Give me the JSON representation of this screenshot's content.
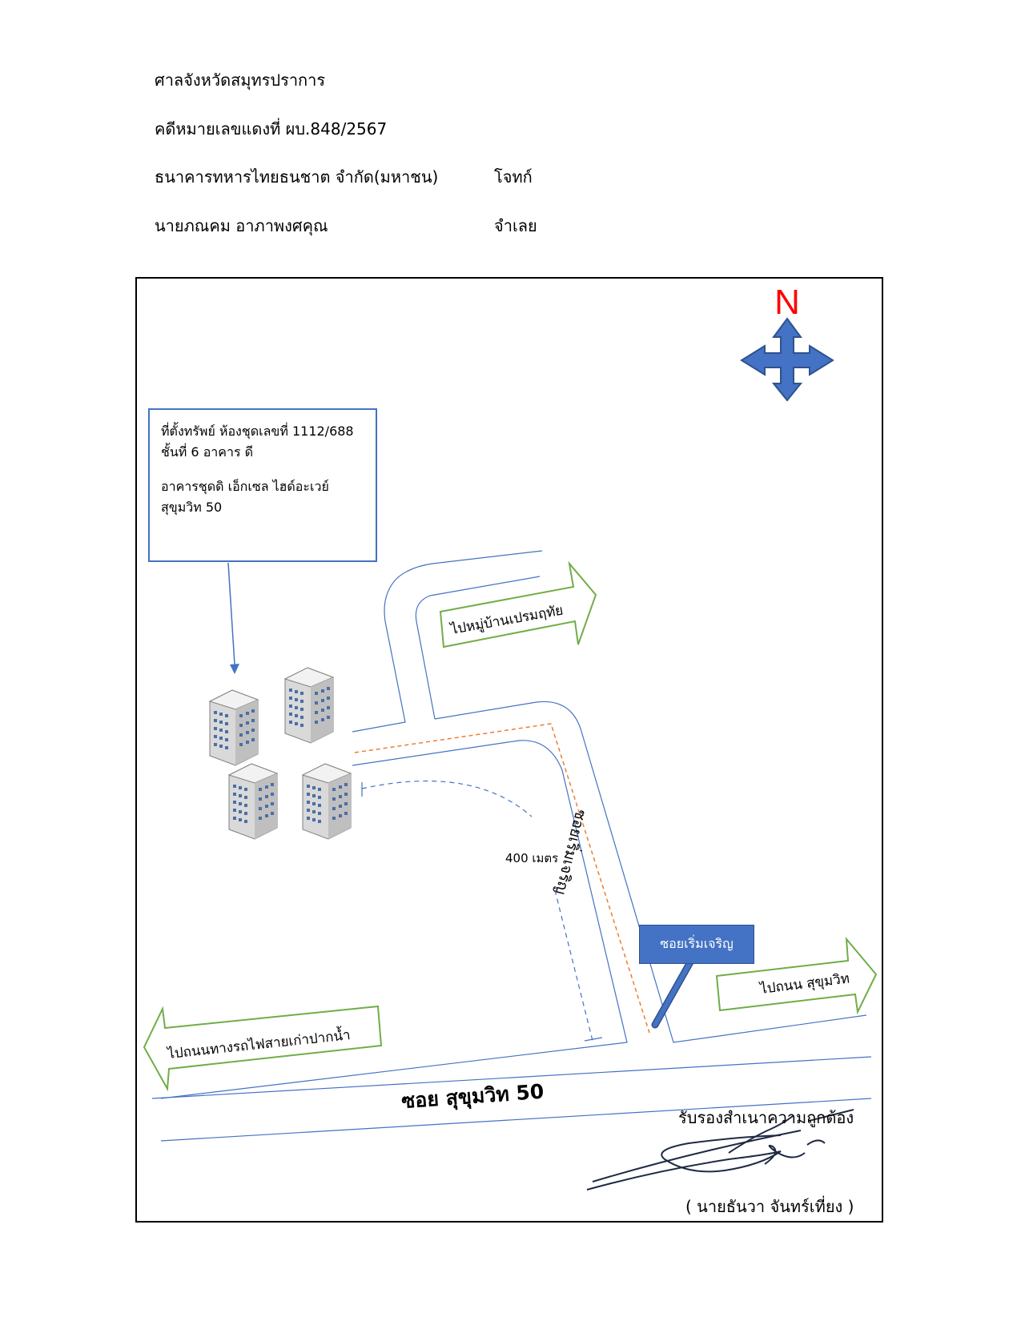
{
  "header": {
    "court": "ศาลจังหวัดสมุทรปราการ",
    "case_no": "คดีหมายเลขแดงที่ ผบ.848/2567",
    "plaintiff_name": "ธนาคารทหารไทยธนชาต จำกัด(มหาชน)",
    "plaintiff_role": "โจทก์",
    "defendant_name": "นายภณคม อาภาพงศคุณ",
    "defendant_role": "จำเลย"
  },
  "map": {
    "compass_label": "N",
    "property_callout": {
      "line1": "ที่ตั้งทรัพย์ ห้องชุดเลขที่ 1112/688",
      "line2": "ชั้นที่ 6 อาคาร ดี",
      "line3": "อาคารชุดดิ เอ็กเซล ไฮด์อะเวย์",
      "line4": "สุขุมวิท 50"
    },
    "arrow_to_village": "ไปหมู่บ้านเปรมฤทัย",
    "arrow_to_sukhumvit": "ไปถนน สุขุมวิท",
    "arrow_to_railway": "ไปถนนทางรถไฟสายเก่าปากน้ำ",
    "side_road_label": "ซอยเริ่มเจริญ",
    "side_road_sign": "ซอยเริ่มเจริญ",
    "main_road_label": "ซอย สุขุมวิท 50",
    "distance_label": "400 เมตร"
  },
  "certification": {
    "certify_text": "รับรองสำเนาความถูกต้อง",
    "signer_name": "( นายธันวา จันทร์เที่ยง )"
  },
  "colors": {
    "road_line": "#4472c4",
    "green_arrow": "#70ad47",
    "orange_route": "#ed7d31",
    "compass": "#4472c4",
    "compass_n": "#ff0000",
    "sign_fill": "#4472c4"
  }
}
